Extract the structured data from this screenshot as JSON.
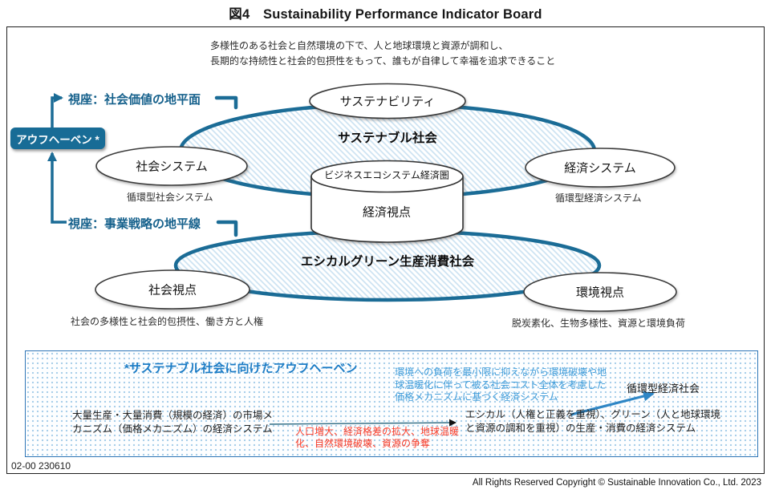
{
  "title": "図4　Sustainability Performance Indicator Board",
  "intro": {
    "lines": [
      "多様性のある社会と自然環境の下で、人と地球環境と資源が調和し、",
      "長期的な持続性と社会的包摂性をもって、誰もが自律して幸福を追求できること"
    ]
  },
  "left_panel": {
    "viewpoint_top": "視座：社会価値の地平面",
    "aufheben_box": "アウフヘーベン *",
    "viewpoint_bottom": "視座：事業戦略の地平線"
  },
  "diagram": {
    "sustainable_society_zone": "サステナブル社会",
    "ethical_green_zone": "エシカルグリーン生産消費社会",
    "nodes": {
      "sustainability": "サステナビリティ",
      "social_system": "社会システム",
      "economic_system": "経済システム",
      "social_view": "社会視点",
      "environment_view": "環境視点"
    },
    "cylinder": {
      "top_label": "ビジネスエコシステム経済圏",
      "body_label": "経済視点"
    },
    "captions": {
      "social_system": "循環型社会システム",
      "economic_system": "循環型経済システム",
      "social_view": "社会の多様性と社会的包摂性、働き方と人権",
      "environment_view": "脱炭素化、生物多様性、資源と環境負荷"
    }
  },
  "bottom_box": {
    "title": "*サステナブル社会に向けたアウフヘーベン",
    "left_text": "大量生産・大量消費（規模の経済）の市場メカニズム（価格メカニズム）の経済システム",
    "red_text": "人口増大、経済格差の拡大、地球温暖化、自然環境破壊、資源の争奪",
    "blue_text": "環境への負荷を最小限に抑えながら環境破壊や地球温暖化に伴って被る社会コスト全体を考慮した価格メカニズムに基づく経済システム",
    "right_text": "エシカル（人権と正義を重視）、グリーン（人と地球環境と資源の調和を重視）の生産・消費の経済システム",
    "result_label": "循環型経済社会"
  },
  "footer": {
    "doc_code": "02-00 230610",
    "copyright": "All Rights Reserved Copyright © Sustainable Innovation Co., Ltd. 2023"
  },
  "colors": {
    "accent_teal": "#1B6C96",
    "box_border_blue": "#2E75B6",
    "headline_blue": "#1C7CC5",
    "note_blue": "#3D9BD9",
    "alert_red": "#FA3C28",
    "hatch_fill": "#CBE2F2"
  }
}
